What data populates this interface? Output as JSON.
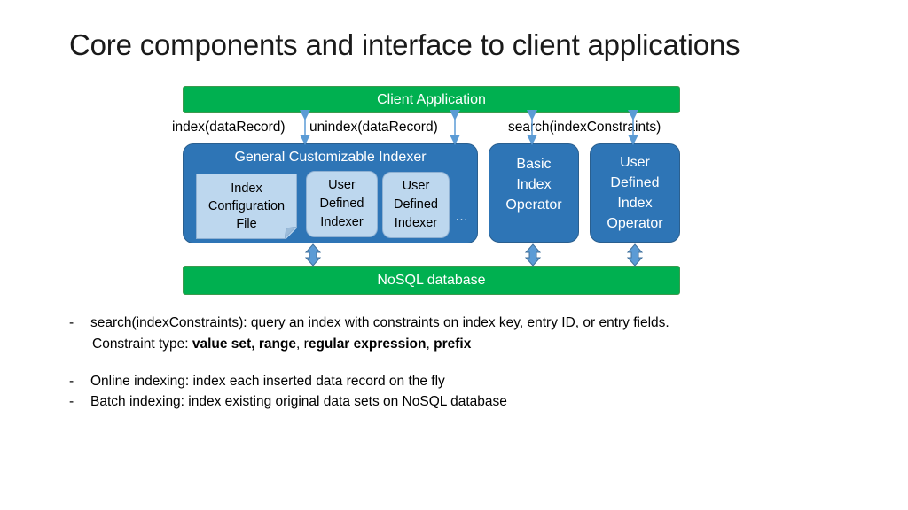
{
  "title": "Core components and interface to client applications",
  "diagram": {
    "client_application": "Client Application",
    "nosql_database": "NoSQL database",
    "interface_labels": {
      "index": "index(dataRecord)",
      "unindex": "unindex(dataRecord)",
      "search": "search(indexConstraints)"
    },
    "general_indexer": {
      "title": "General Customizable Indexer",
      "config_file": [
        "Index",
        "Configuration",
        "File"
      ],
      "user_indexer_1": [
        "User",
        "Defined",
        "Indexer"
      ],
      "user_indexer_2": [
        "User",
        "Defined",
        "Indexer"
      ],
      "ellipsis": "…"
    },
    "basic_operator": [
      "Basic",
      "Index",
      "Operator"
    ],
    "user_operator": [
      "User",
      "Defined",
      "Index",
      "Operator"
    ],
    "colors": {
      "green": "#00b050",
      "blue": "#2e75b6",
      "light_blue": "#bdd7ee",
      "arrow": "#5b9bd5"
    }
  },
  "bullets": {
    "search_line": "search(indexConstraints): query an index with constraints on index key, entry ID, or entry fields.",
    "constraint_prefix": "Constraint type: ",
    "constraint_value_set_range": "value set, range",
    "sep": ", ",
    "constraint_regex_r": "r",
    "constraint_regex_rest": "egular expression",
    "constraint_prefix_type": "prefix",
    "online_indexing": "Online indexing: index each inserted data record on the fly",
    "batch_indexing": "Batch indexing: index existing original data sets on NoSQL database",
    "dash": "-"
  }
}
